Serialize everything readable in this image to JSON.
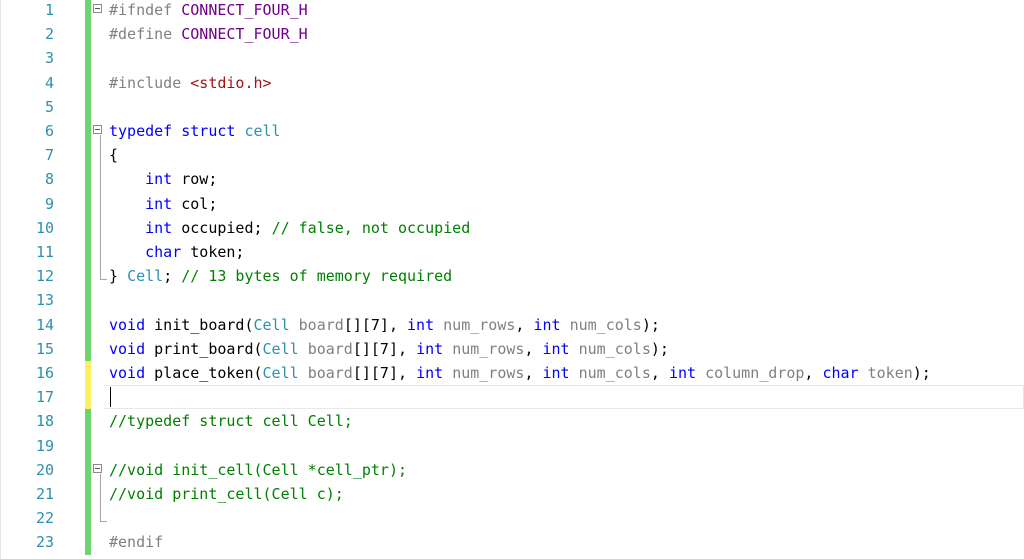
{
  "editor": {
    "colors": {
      "line_number": "#2b91af",
      "change_saved": "#6ed46e",
      "change_unsaved": "#ffee62",
      "keyword": "#0000ff",
      "type": "#2b91af",
      "comment": "#008000",
      "preprocessor": "#808080",
      "macro": "#6f008a",
      "string": "#a31515",
      "param": "#808080"
    },
    "current_line": 17,
    "lines": [
      {
        "n": "1",
        "mark": "saved",
        "fold": "start",
        "tokens": [
          [
            "pp",
            "#ifndef "
          ],
          [
            "mac",
            "CONNECT_FOUR_H"
          ]
        ]
      },
      {
        "n": "2",
        "mark": "saved",
        "tokens": [
          [
            "pp",
            "#define "
          ],
          [
            "mac",
            "CONNECT_FOUR_H"
          ]
        ]
      },
      {
        "n": "3",
        "mark": "saved",
        "tokens": []
      },
      {
        "n": "4",
        "mark": "saved",
        "tokens": [
          [
            "pp",
            "#include "
          ],
          [
            "str",
            "<stdio.h>"
          ]
        ]
      },
      {
        "n": "5",
        "mark": "saved",
        "tokens": []
      },
      {
        "n": "6",
        "mark": "saved",
        "fold": "start",
        "tokens": [
          [
            "kw",
            "typedef"
          ],
          [
            "tx",
            " "
          ],
          [
            "kw",
            "struct"
          ],
          [
            "tx",
            " "
          ],
          [
            "ty",
            "cell"
          ]
        ]
      },
      {
        "n": "7",
        "mark": "saved",
        "tokens": [
          [
            "tx",
            "{"
          ]
        ]
      },
      {
        "n": "8",
        "mark": "saved",
        "tokens": [
          [
            "tx",
            "    "
          ],
          [
            "kw",
            "int"
          ],
          [
            "tx",
            " row;"
          ]
        ]
      },
      {
        "n": "9",
        "mark": "saved",
        "tokens": [
          [
            "tx",
            "    "
          ],
          [
            "kw",
            "int"
          ],
          [
            "tx",
            " col;"
          ]
        ]
      },
      {
        "n": "10",
        "mark": "saved",
        "tokens": [
          [
            "tx",
            "    "
          ],
          [
            "kw",
            "int"
          ],
          [
            "tx",
            " occupied; "
          ],
          [
            "cm",
            "// false, not occupied"
          ]
        ]
      },
      {
        "n": "11",
        "mark": "saved",
        "tokens": [
          [
            "tx",
            "    "
          ],
          [
            "kw",
            "char"
          ],
          [
            "tx",
            " token;"
          ]
        ]
      },
      {
        "n": "12",
        "mark": "saved",
        "fold": "end",
        "tokens": [
          [
            "tx",
            "} "
          ],
          [
            "ty",
            "Cell"
          ],
          [
            "tx",
            "; "
          ],
          [
            "cm",
            "// 13 bytes of memory required"
          ]
        ]
      },
      {
        "n": "13",
        "mark": "saved",
        "tokens": []
      },
      {
        "n": "14",
        "mark": "saved",
        "tokens": [
          [
            "kw",
            "void"
          ],
          [
            "tx",
            " init_board("
          ],
          [
            "ty",
            "Cell"
          ],
          [
            "tx",
            " "
          ],
          [
            "pa",
            "board"
          ],
          [
            "tx",
            "[][7], "
          ],
          [
            "kw",
            "int"
          ],
          [
            "tx",
            " "
          ],
          [
            "pa",
            "num_rows"
          ],
          [
            "tx",
            ", "
          ],
          [
            "kw",
            "int"
          ],
          [
            "tx",
            " "
          ],
          [
            "pa",
            "num_cols"
          ],
          [
            "tx",
            ");"
          ]
        ]
      },
      {
        "n": "15",
        "mark": "saved",
        "tokens": [
          [
            "kw",
            "void"
          ],
          [
            "tx",
            " print_board("
          ],
          [
            "ty",
            "Cell"
          ],
          [
            "tx",
            " "
          ],
          [
            "pa",
            "board"
          ],
          [
            "tx",
            "[][7], "
          ],
          [
            "kw",
            "int"
          ],
          [
            "tx",
            " "
          ],
          [
            "pa",
            "num_rows"
          ],
          [
            "tx",
            ", "
          ],
          [
            "kw",
            "int"
          ],
          [
            "tx",
            " "
          ],
          [
            "pa",
            "num_cols"
          ],
          [
            "tx",
            ");"
          ]
        ]
      },
      {
        "n": "16",
        "mark": "unsaved",
        "tokens": [
          [
            "kw",
            "void"
          ],
          [
            "tx",
            " place_token("
          ],
          [
            "ty",
            "Cell"
          ],
          [
            "tx",
            " "
          ],
          [
            "pa",
            "board"
          ],
          [
            "tx",
            "[][7], "
          ],
          [
            "kw",
            "int"
          ],
          [
            "tx",
            " "
          ],
          [
            "pa",
            "num_rows"
          ],
          [
            "tx",
            ", "
          ],
          [
            "kw",
            "int"
          ],
          [
            "tx",
            " "
          ],
          [
            "pa",
            "num_cols"
          ],
          [
            "tx",
            ", "
          ],
          [
            "kw",
            "int"
          ],
          [
            "tx",
            " "
          ],
          [
            "pa",
            "column_drop"
          ],
          [
            "tx",
            ", "
          ],
          [
            "kw",
            "char"
          ],
          [
            "tx",
            " "
          ],
          [
            "pa",
            "token"
          ],
          [
            "tx",
            ");"
          ]
        ]
      },
      {
        "n": "17",
        "mark": "unsaved",
        "tokens": []
      },
      {
        "n": "18",
        "mark": "saved",
        "tokens": [
          [
            "cm",
            "//typedef struct cell Cell;"
          ]
        ]
      },
      {
        "n": "19",
        "mark": "saved",
        "tokens": []
      },
      {
        "n": "20",
        "mark": "saved",
        "fold": "start",
        "tokens": [
          [
            "cm",
            "//void init_cell(Cell *cell_ptr);"
          ]
        ]
      },
      {
        "n": "21",
        "mark": "saved",
        "tokens": [
          [
            "cm",
            "//void print_cell(Cell c);"
          ]
        ]
      },
      {
        "n": "22",
        "mark": "saved",
        "fold": "end",
        "tokens": []
      },
      {
        "n": "23",
        "mark": "saved",
        "tokens": [
          [
            "pp",
            "#endif"
          ]
        ]
      }
    ]
  }
}
